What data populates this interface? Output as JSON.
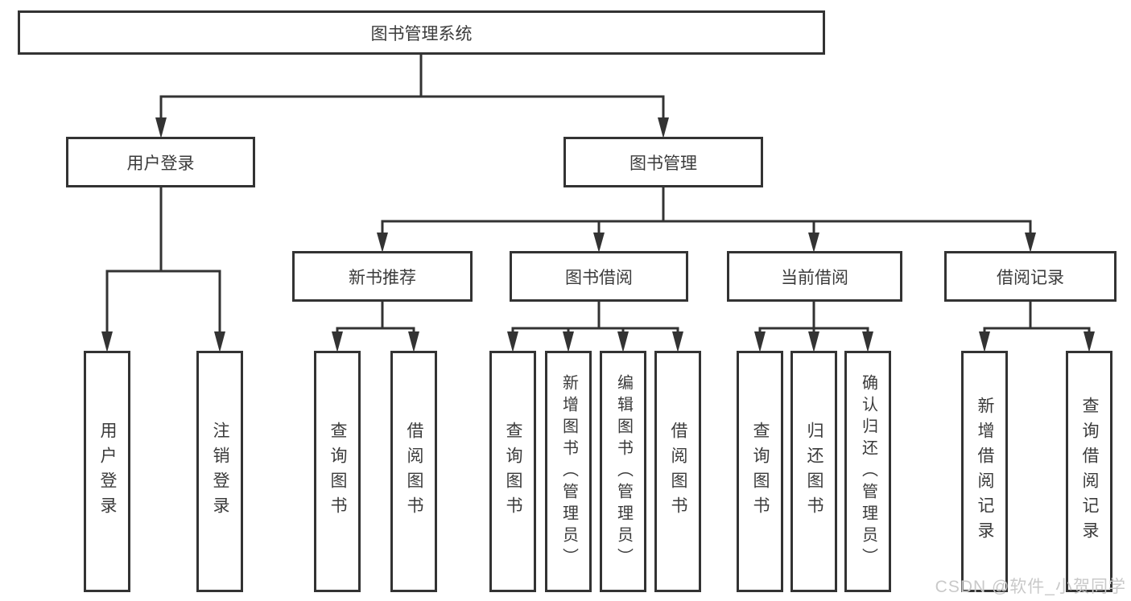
{
  "diagram_type": "hierarchy-tree",
  "watermark": "CSDN @软件_小贺同学",
  "colors": {
    "line": "#333333",
    "box_border": "#333333",
    "text": "#3b3b3b",
    "watermark": "#c9c9c9",
    "background": "#ffffff"
  },
  "tree": {
    "label": "图书管理系统",
    "children": [
      {
        "label": "用户登录",
        "children": [
          {
            "label": "用户登录"
          },
          {
            "label": "注销登录"
          }
        ]
      },
      {
        "label": "图书管理",
        "children": [
          {
            "label": "新书推荐",
            "children": [
              {
                "label": "查询图书"
              },
              {
                "label": "借阅图书"
              }
            ]
          },
          {
            "label": "图书借阅",
            "children": [
              {
                "label": "查询图书"
              },
              {
                "label": "新增图书（管理员）"
              },
              {
                "label": "编辑图书（管理员）"
              },
              {
                "label": "借阅图书"
              }
            ]
          },
          {
            "label": "当前借阅",
            "children": [
              {
                "label": "查询图书"
              },
              {
                "label": "归还图书"
              },
              {
                "label": "确认归还（管理员）"
              }
            ]
          },
          {
            "label": "借阅记录",
            "children": [
              {
                "label": "新增借阅记录"
              },
              {
                "label": "查询借阅记录"
              }
            ]
          }
        ]
      }
    ]
  }
}
